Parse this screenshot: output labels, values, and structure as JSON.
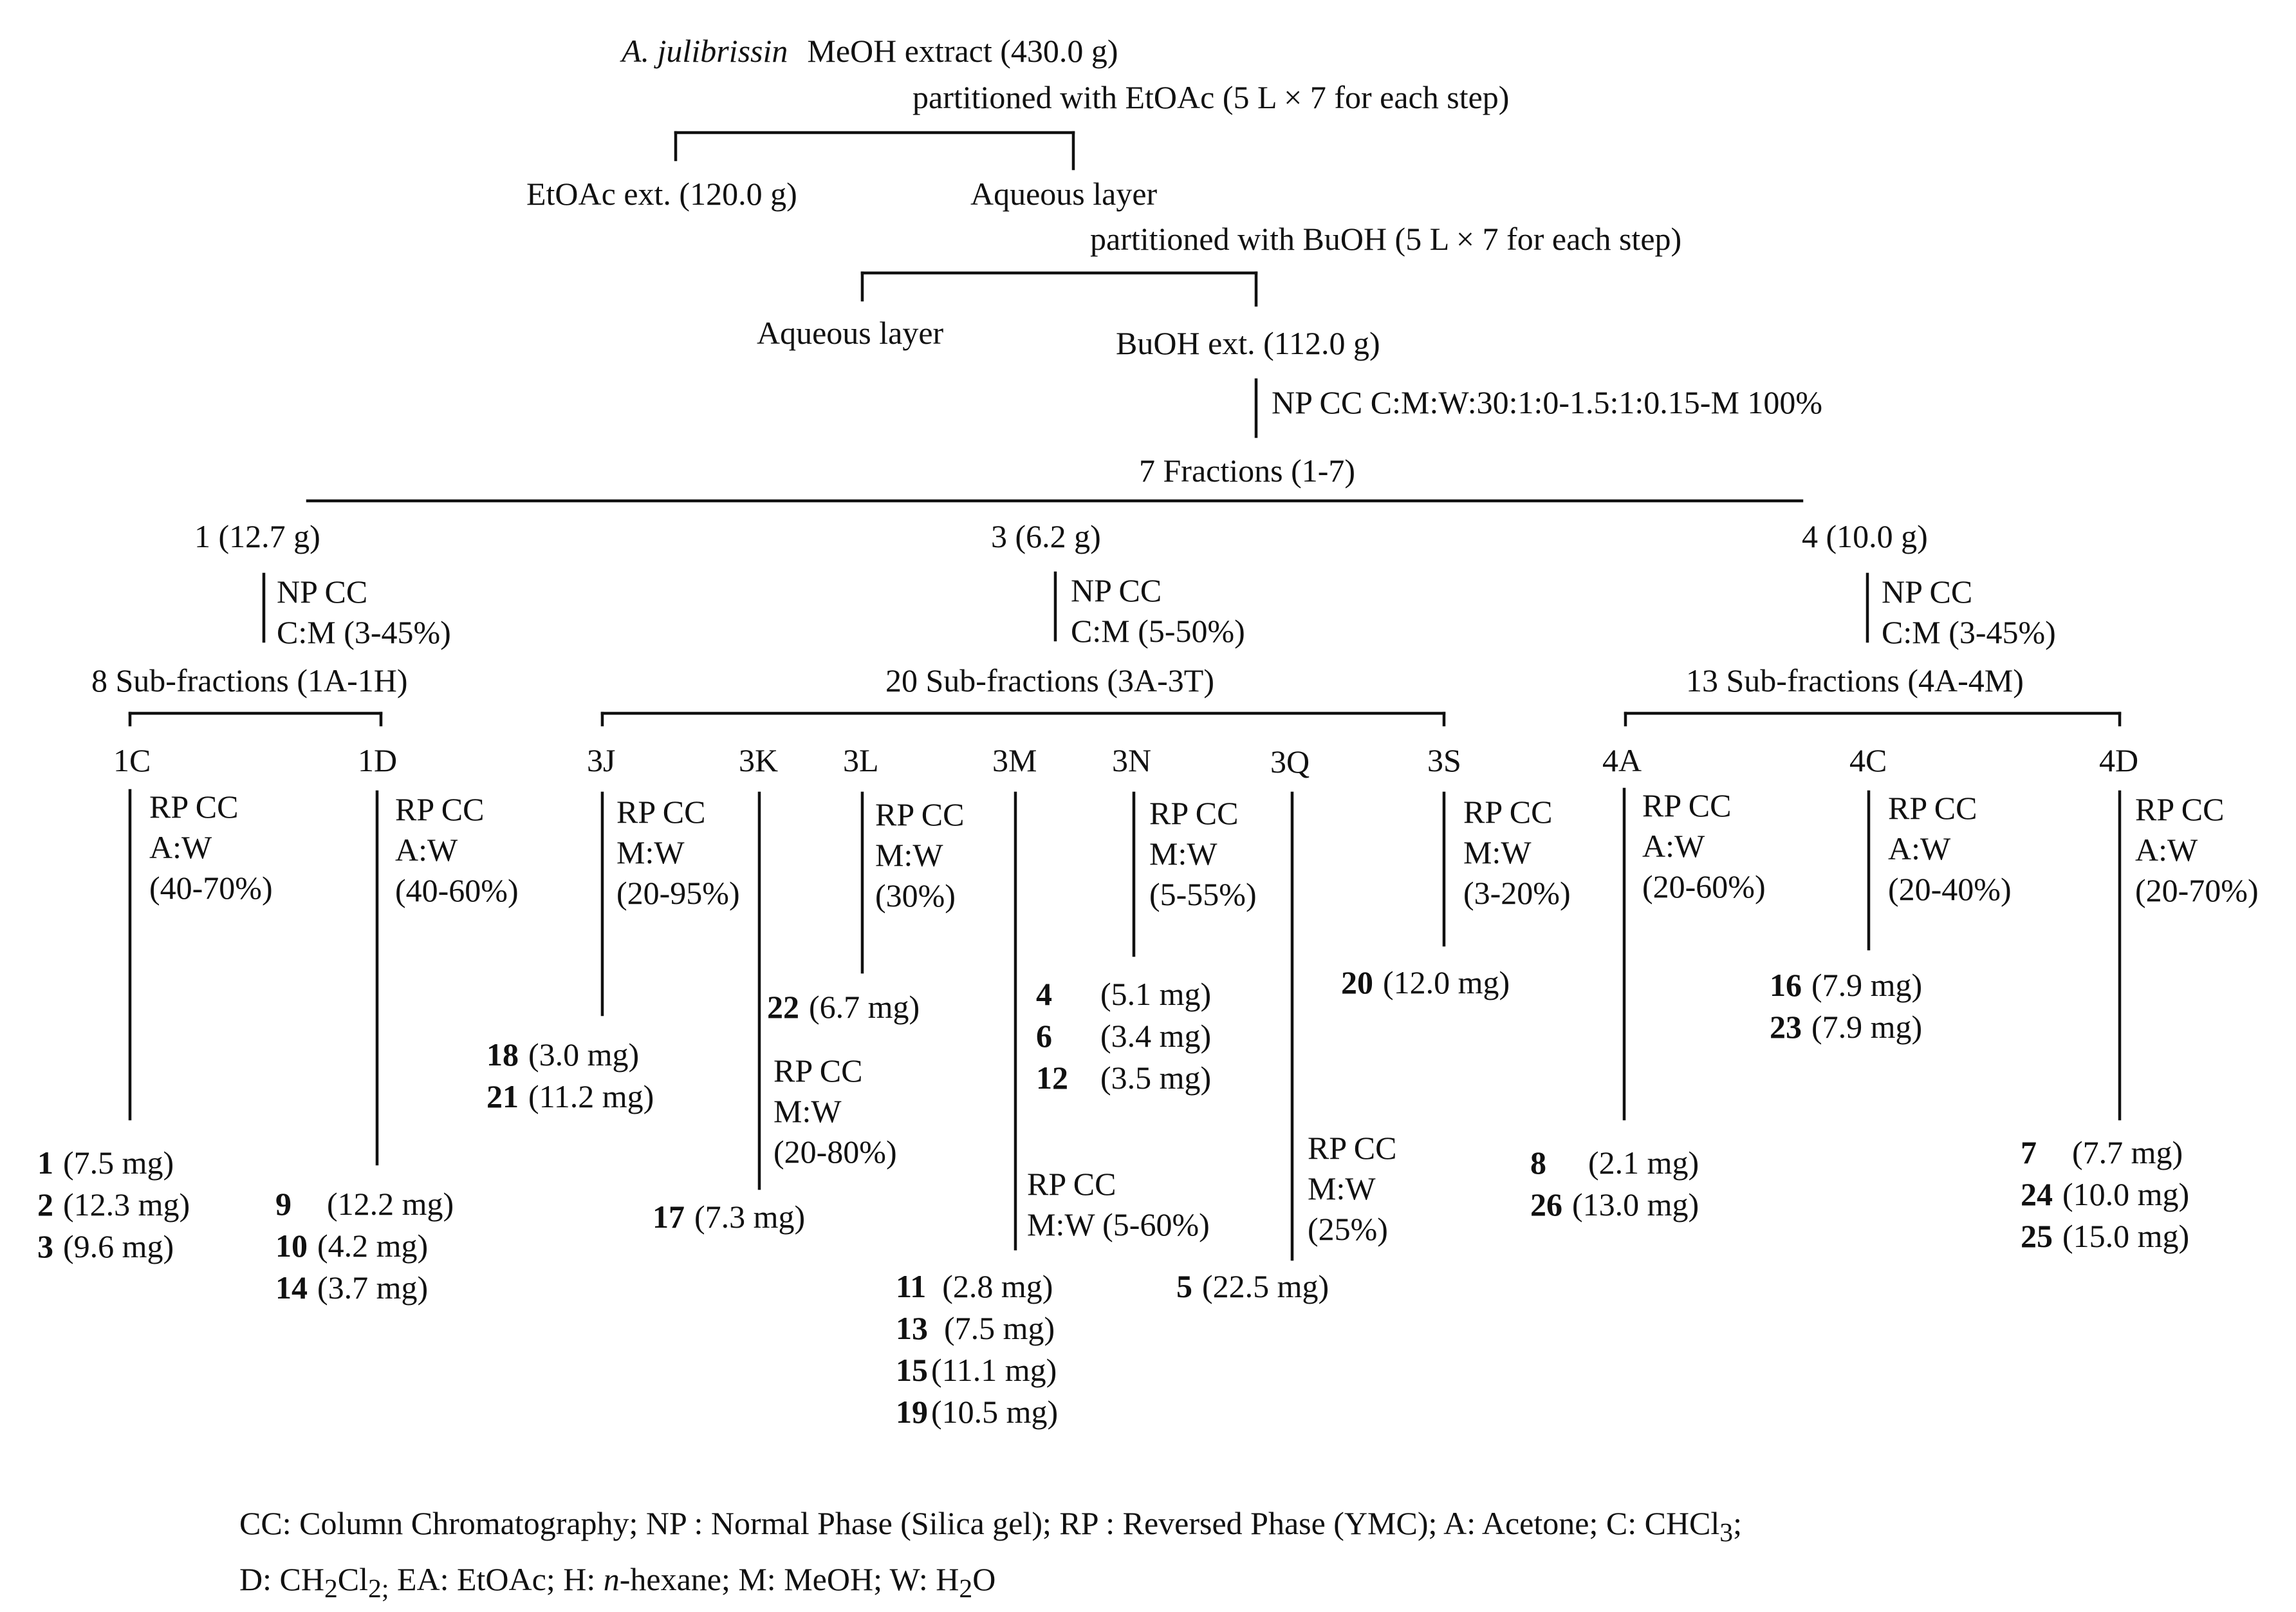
{
  "top": {
    "species": "A. julibrissin",
    "extract": "MeOH extract (430.0 g)",
    "partition1": "partitioned with EtOAc (5  L × 7 for each step)",
    "etoac_ext": "EtOAc ext. (120.0 g)",
    "aqueous1": "Aqueous layer",
    "partition2": "partitioned with BuOH (5  L × 7 for each step)",
    "aqueous2": "Aqueous layer",
    "buoh_ext": "BuOH ext. (112.0 g)",
    "buoh_cc": "NP CC C:M:W:30:1:0-1.5:1:0.15-M 100%",
    "fractions": "7 Fractions (1-7)"
  },
  "fractions": [
    {
      "label": "1 (12.7 g)",
      "cc": "NP CC\nC:M (3-45%)",
      "subfractions": "8 Sub-fractions (1A-1H)",
      "subs": [
        {
          "label": "1C",
          "cc": "RP CC\nA:W\n(40-70%)",
          "compounds": [
            {
              "num": "1",
              "mass": "(7.5 mg)"
            },
            {
              "num": "2",
              "mass": "(12.3 mg)"
            },
            {
              "num": "3",
              "mass": "(9.6 mg)"
            }
          ]
        },
        {
          "label": "1D",
          "cc": "RP CC\nA:W\n(40-60%)",
          "compounds": [
            {
              "num": "9",
              "mass": "(12.2 mg)"
            },
            {
              "num": "10",
              "mass": "(4.2 mg)"
            },
            {
              "num": "14",
              "mass": "(3.7 mg)"
            }
          ]
        }
      ]
    },
    {
      "label": "3  (6.2 g)",
      "cc": "NP CC\nC:M (5-50%)",
      "subfractions": "20 Sub-fractions (3A-3T)",
      "subs": [
        {
          "label": "3J",
          "cc": "RP CC\nM:W\n(20-95%)",
          "compounds": [
            {
              "num": "18",
              "mass": "(3.0 mg)"
            },
            {
              "num": "21",
              "mass": "(11.2 mg)"
            }
          ]
        },
        {
          "label": "3K",
          "cc": "RP CC\nM:W\n(20-80%)",
          "compounds": [
            {
              "num": "17",
              "mass": "(7.3 mg)"
            }
          ]
        },
        {
          "label": "3L",
          "cc": "RP CC\nM:W\n(30%)",
          "compounds": [
            {
              "num": "22",
              "mass": "(6.7 mg)"
            }
          ]
        },
        {
          "label": "3M",
          "cc": "RP CC\nM:W (5-60%)",
          "compounds": [
            {
              "num": "11",
              "mass": "(2.8 mg)"
            },
            {
              "num": "13",
              "mass": "(7.5 mg)"
            },
            {
              "num": "15",
              "mass": "(11.1 mg)"
            },
            {
              "num": "19",
              "mass": "(10.5 mg)"
            }
          ]
        },
        {
          "label": "3N",
          "cc": "RP CC\nM:W\n(5-55%)",
          "compounds": [
            {
              "num": "4",
              "mass": "(5.1 mg)"
            },
            {
              "num": "6",
              "mass": "(3.4 mg)"
            },
            {
              "num": "12",
              "mass": "(3.5 mg)"
            }
          ]
        },
        {
          "label": "3Q",
          "cc": "RP CC\nM:W\n(25%)",
          "compounds": [
            {
              "num": "5",
              "mass": "(22.5 mg)"
            }
          ]
        },
        {
          "label": "3S",
          "cc": "RP CC\nM:W\n(3-20%)",
          "compounds": [
            {
              "num": "20",
              "mass": "(12.0 mg)"
            }
          ]
        }
      ]
    },
    {
      "label": "4 (10.0 g)",
      "cc": "NP CC\nC:M (3-45%)",
      "subfractions": "13 Sub-fractions (4A-4M)",
      "subs": [
        {
          "label": "4A",
          "cc": "RP CC\nA:W\n(20-60%)",
          "compounds": [
            {
              "num": "8",
              "mass": "(2.1 mg)"
            },
            {
              "num": "26",
              "mass": "(13.0 mg)"
            }
          ]
        },
        {
          "label": "4C",
          "cc": "RP CC\nA:W\n(20-40%)",
          "compounds": [
            {
              "num": "16",
              "mass": "(7.9 mg)"
            },
            {
              "num": "23",
              "mass": "(7.9 mg)"
            }
          ]
        },
        {
          "label": "4D",
          "cc": "RP CC\nA:W\n(20-70%)",
          "compounds": [
            {
              "num": "7",
              "mass": "(7.7 mg)"
            },
            {
              "num": "24",
              "mass": "(10.0 mg)"
            },
            {
              "num": "25",
              "mass": "(15.0 mg)"
            }
          ]
        }
      ]
    }
  ],
  "legend": {
    "line1_a": "CC: Column Chromatography; NP : Normal Phase (Silica gel); RP : Reversed Phase (YMC); A: Acetone; C: CHCl",
    "line1_sub": "3",
    "line1_b": ";",
    "line2_a": "D: CH",
    "line2_sub1": "2",
    "line2_b": "Cl",
    "line2_sub2": "2;",
    "line2_c": " EA: EtOAc; H: ",
    "line2_hex": "n",
    "line2_d": "-hexane; M: MeOH; W: H",
    "line2_sub3": "2",
    "line2_e": "O"
  }
}
